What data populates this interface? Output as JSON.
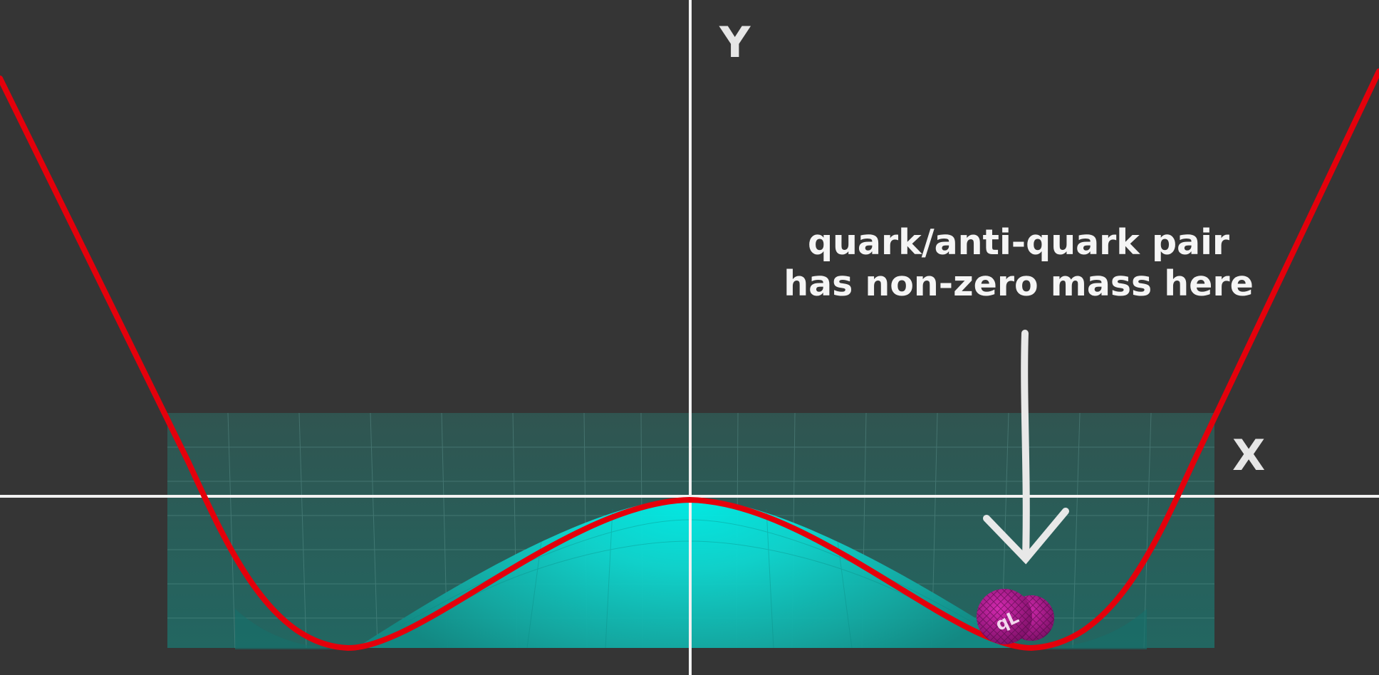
{
  "axes": {
    "y_label": "Y",
    "x_label": "X"
  },
  "annotation": {
    "line1": "quark/anti-quark pair",
    "line2": "has non-zero mass here"
  },
  "particle": {
    "marker_text": "qL",
    "color": "#b0178f"
  },
  "colors": {
    "background": "#353535",
    "potential_curve": "#e4000b",
    "surface": "#1a8f88",
    "surface_peak": "#00e6e0",
    "axis": "#f2f2f2",
    "arrow": "#e8e8e8"
  }
}
